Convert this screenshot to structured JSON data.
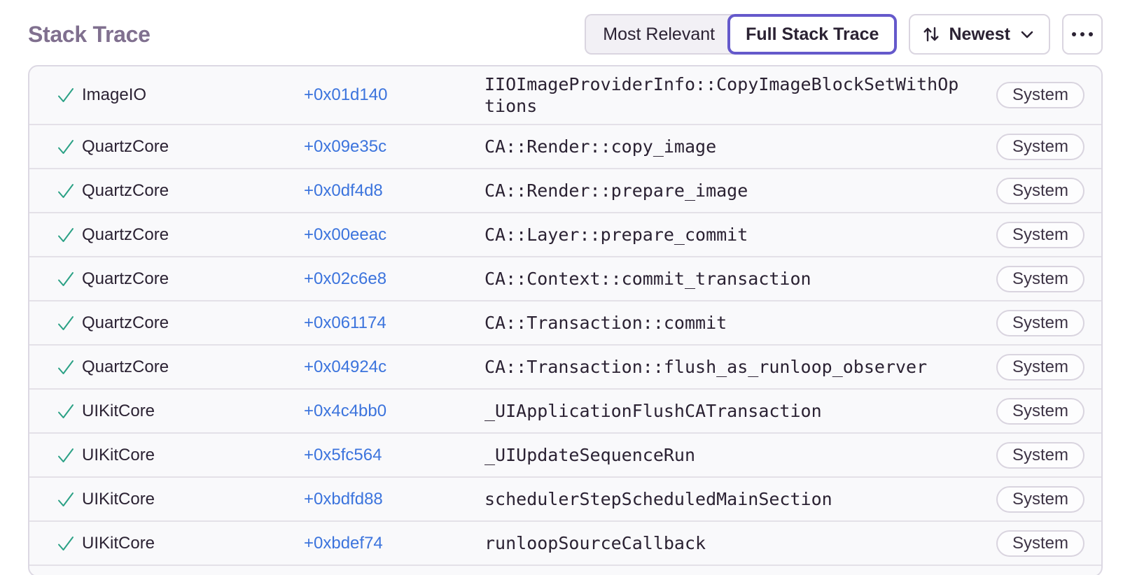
{
  "header": {
    "title": "Stack Trace",
    "view_toggle": {
      "options": [
        "Most Relevant",
        "Full Stack Trace"
      ],
      "selected": "Full Stack Trace"
    },
    "sort": {
      "selected": "Newest"
    }
  },
  "icons": {
    "checkmark": "check-icon",
    "sort": "sort-arrows-icon",
    "chevron": "chevron-down-icon",
    "more": "ellipsis-icon"
  },
  "colors": {
    "accent_purple": "#6559CB",
    "link_blue": "#3C74DD",
    "success_green": "#2BA185",
    "title_gray": "#80708F"
  },
  "table": {
    "columns": [
      "status",
      "module",
      "address",
      "function",
      "badge"
    ],
    "frames": [
      {
        "module": "ImageIO",
        "address": "+0x01d140",
        "function": "IIOImageProviderInfo::CopyImageBlockSetWithOptions",
        "badge": "System"
      },
      {
        "module": "QuartzCore",
        "address": "+0x09e35c",
        "function": "CA::Render::copy_image",
        "badge": "System"
      },
      {
        "module": "QuartzCore",
        "address": "+0x0df4d8",
        "function": "CA::Render::prepare_image",
        "badge": "System"
      },
      {
        "module": "QuartzCore",
        "address": "+0x00eeac",
        "function": "CA::Layer::prepare_commit",
        "badge": "System"
      },
      {
        "module": "QuartzCore",
        "address": "+0x02c6e8",
        "function": "CA::Context::commit_transaction",
        "badge": "System"
      },
      {
        "module": "QuartzCore",
        "address": "+0x061174",
        "function": "CA::Transaction::commit",
        "badge": "System"
      },
      {
        "module": "QuartzCore",
        "address": "+0x04924c",
        "function": "CA::Transaction::flush_as_runloop_observer",
        "badge": "System"
      },
      {
        "module": "UIKitCore",
        "address": "+0x4c4bb0",
        "function": "_UIApplicationFlushCATransaction",
        "badge": "System"
      },
      {
        "module": "UIKitCore",
        "address": "+0x5fc564",
        "function": "_UIUpdateSequenceRun",
        "badge": "System"
      },
      {
        "module": "UIKitCore",
        "address": "+0xbdfd88",
        "function": "schedulerStepScheduledMainSection",
        "badge": "System"
      },
      {
        "module": "UIKitCore",
        "address": "+0xbdef74",
        "function": "runloopSourceCallback",
        "badge": "System"
      }
    ]
  }
}
